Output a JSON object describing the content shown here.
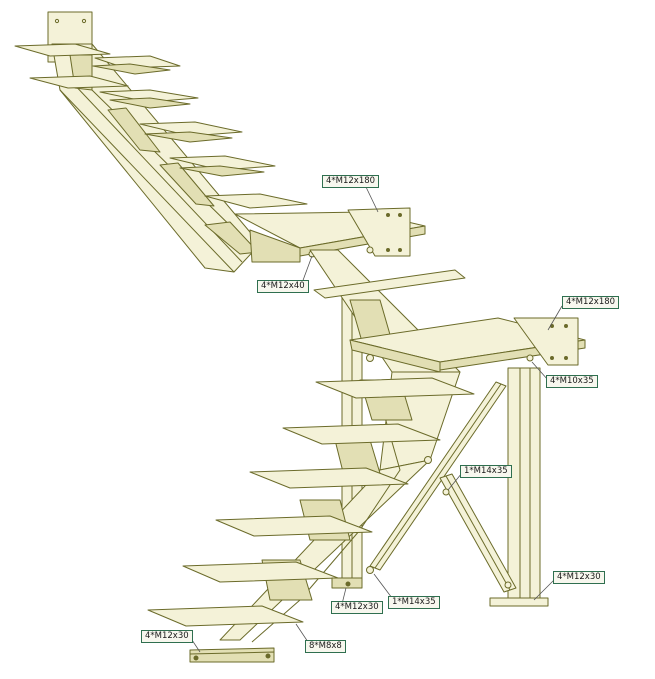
{
  "colors": {
    "line": "#6b6b2a",
    "fill": "#f4f2d8",
    "shadow": "#e2dfb4",
    "label_border": "#2f6f4f"
  },
  "labels": {
    "l1": "4*M12x180",
    "l2": "4*M12x40",
    "l3": "4*M12x180",
    "l4": "4*M10x35",
    "l5": "1*M14x35",
    "l6": "4*M12x30",
    "l7": "1*M14x35",
    "l8": "4*M12x30",
    "l9": "4*M12x30",
    "l10": "8*M8x8"
  }
}
